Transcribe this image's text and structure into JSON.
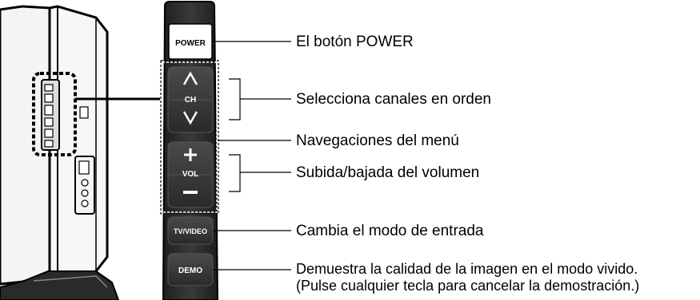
{
  "buttons": {
    "power": "POWER",
    "ch": "CH",
    "vol": "VOL",
    "tv_video": "TV/VIDEO",
    "demo": "DEMO"
  },
  "labels": {
    "power": "El botón POWER",
    "channels": "Selecciona canales en orden",
    "menu_nav": "Navegaciones del menú",
    "volume": "Subida/bajada del volumen",
    "input_mode": "Cambia el modo de entrada",
    "demo_line1": "Demuestra la calidad de la imagen en el modo vivido.",
    "demo_line2": "(Pulse cualquier tecla para cancelar la demostración.)"
  },
  "colors": {
    "panel": "#2b2b2b",
    "button": "#3a3a3a",
    "power_button": "#ffffff",
    "line": "#000000"
  },
  "icons": [
    "chevron-up-icon",
    "chevron-down-icon",
    "plus-icon",
    "minus-icon"
  ]
}
